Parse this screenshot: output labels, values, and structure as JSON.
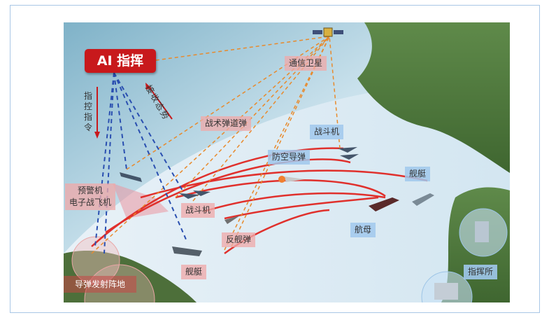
{
  "diagram": {
    "ai_command": "AI 指挥",
    "command_instruction": [
      "指",
      "控",
      "指",
      "令"
    ],
    "receive_situation": "接收态势",
    "labels": {
      "satellite": "通信卫星",
      "tactical_missile": "战术弹道弹",
      "fighter_top": "战斗机",
      "air_defense_missile": "防空导弹",
      "warship_right": "舰艇",
      "aew_line1": "预警机",
      "aew_line2": "电子战飞机",
      "fighter_mid": "战斗机",
      "anti_ship_missile": "反舰弹",
      "carrier": "航母",
      "warship_bottom": "舰艇",
      "missile_base": "导弹发射阵地",
      "command_post": "指挥所"
    }
  },
  "colors": {
    "ai_box": "#c8191c",
    "pink_label": "#eeaaaa",
    "blue_label": "#a0c8ec",
    "red_trajectory": "#e0302c",
    "orange_link": "#e88a2c",
    "blue_link": "#2a4fb0"
  }
}
